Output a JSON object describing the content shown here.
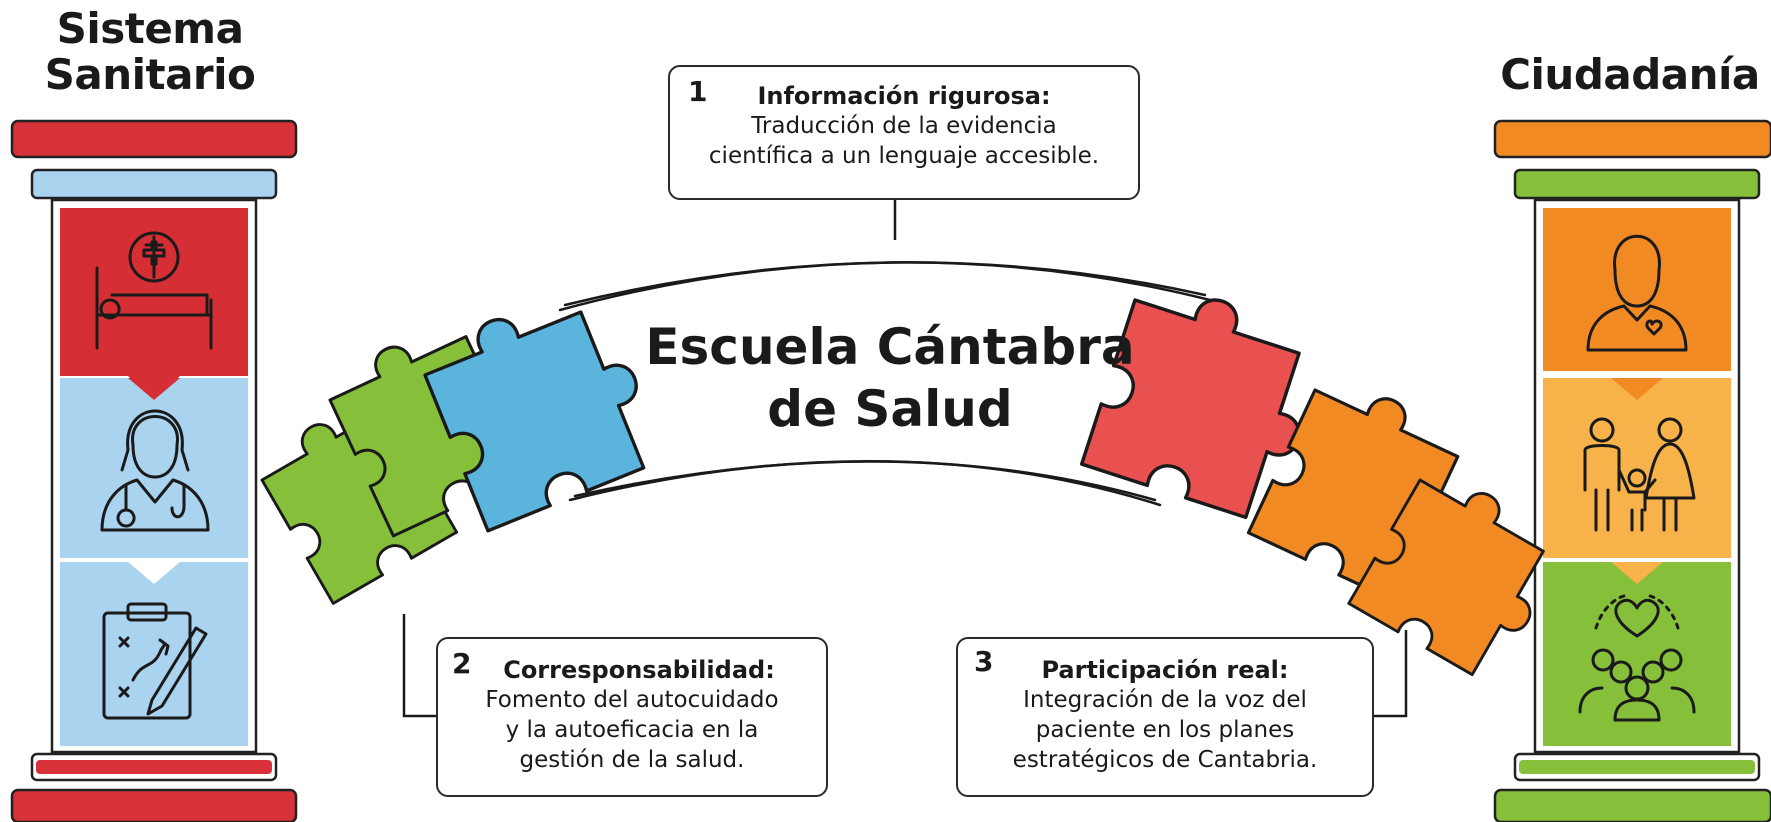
{
  "left_pillar": {
    "title": "Sistema\nSanitario",
    "icons": [
      "hospital-bed-icon",
      "doctor-icon",
      "strategy-clipboard-icon"
    ],
    "colors": {
      "cap": "#d8313a",
      "collar": "#a9d3ef",
      "panel_top": "#d52f35",
      "panel_mid": "#a9d3ef",
      "panel_bot": "#a9d3ef"
    }
  },
  "right_pillar": {
    "title": "Ciudadanía",
    "icons": [
      "patient-heart-icon",
      "family-icon",
      "community-heart-icon"
    ],
    "colors": {
      "cap": "#f28a24",
      "collar": "#86c03a",
      "panel_top": "#f28a24",
      "panel_mid": "#f7b24a",
      "panel_bot": "#86c03a"
    }
  },
  "center": {
    "title": "Escuela Cántabra\nde Salud"
  },
  "callouts": [
    {
      "number": "1",
      "heading": "Información rigurosa:",
      "body": "Traducción de la evidencia\ncientífica a un lenguaje accesible."
    },
    {
      "number": "2",
      "heading": "Corresponsabilidad:",
      "body": "Fomento del autocuidado\ny la autoeficacia en la\ngestión de la salud."
    },
    {
      "number": "3",
      "heading": "Participación real:",
      "body": "Integración de la voz del\npaciente en los planes\nestratégicos de Cantabria."
    }
  ],
  "puzzle_colors": [
    "#86c03a",
    "#5ab4dc",
    "#e8514f",
    "#f28a24"
  ]
}
